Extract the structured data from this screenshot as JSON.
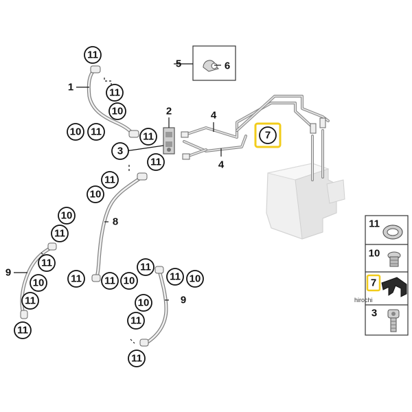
{
  "colors": {
    "highlight": "#f2cc1b",
    "line": "#111111",
    "pipe": "#8a8a8a",
    "abs_unit": "#f0f0f0",
    "shim": "#2a2a2a"
  },
  "labels": {
    "n1": "1",
    "n2": "2",
    "n3": "3",
    "n4": "4",
    "n5": "5",
    "n6": "6",
    "n7": "7",
    "n8": "8",
    "n9": "9",
    "n10": "10",
    "n11": "11"
  },
  "legend": {
    "rows": [
      "11",
      "10",
      "7",
      "3"
    ]
  },
  "watermark": "hirochi",
  "icons": {
    "abs_unit": "abs-modulator-icon",
    "shim": "shim-icon",
    "bolt": "bolt-icon",
    "washer": "washer-icon",
    "banjo": "banjo-bolt-icon",
    "clip": "clip-icon"
  }
}
